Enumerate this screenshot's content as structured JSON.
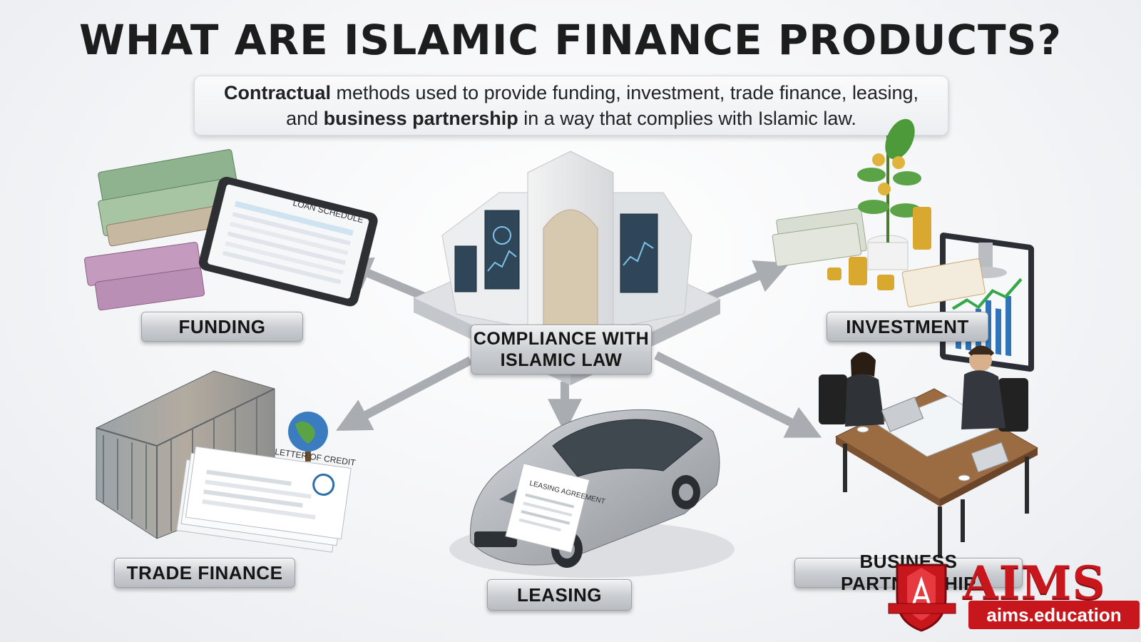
{
  "header": {
    "title": "WHAT ARE ISLAMIC FINANCE PRODUCTS?",
    "subtitle_parts": [
      {
        "text": "Contractual",
        "bold": true
      },
      {
        "text": " methods used to provide funding, investment, trade finance, leasing,",
        "bold": false
      },
      {
        "text": "\n",
        "bold": false
      },
      {
        "text": "and ",
        "bold": false
      },
      {
        "text": "business partnership",
        "bold": true
      },
      {
        "text": " in a way that complies with Islamic law.",
        "bold": false
      }
    ]
  },
  "center": {
    "label_line1": "COMPLIANCE WITH",
    "label_line2": "ISLAMIC LAW"
  },
  "nodes": {
    "funding": {
      "label": "FUNDING",
      "tablet_text": "LOAN SCHEDULE"
    },
    "investment": {
      "label": "INVESTMENT"
    },
    "trade_finance": {
      "label": "TRADE FINANCE",
      "doc_text": "LETTER OF CREDIT"
    },
    "leasing": {
      "label": "LEASING",
      "doc_text": "LEASING AGREEMENT"
    },
    "business_partnership": {
      "label": "BUSINESS PARTNERSHIP"
    }
  },
  "brand": {
    "name": "AIMS",
    "url": "aims.education",
    "accent": "#c8161d"
  },
  "colors": {
    "arrow": "#a9acb1",
    "label_bg": "#c9ccd0"
  }
}
